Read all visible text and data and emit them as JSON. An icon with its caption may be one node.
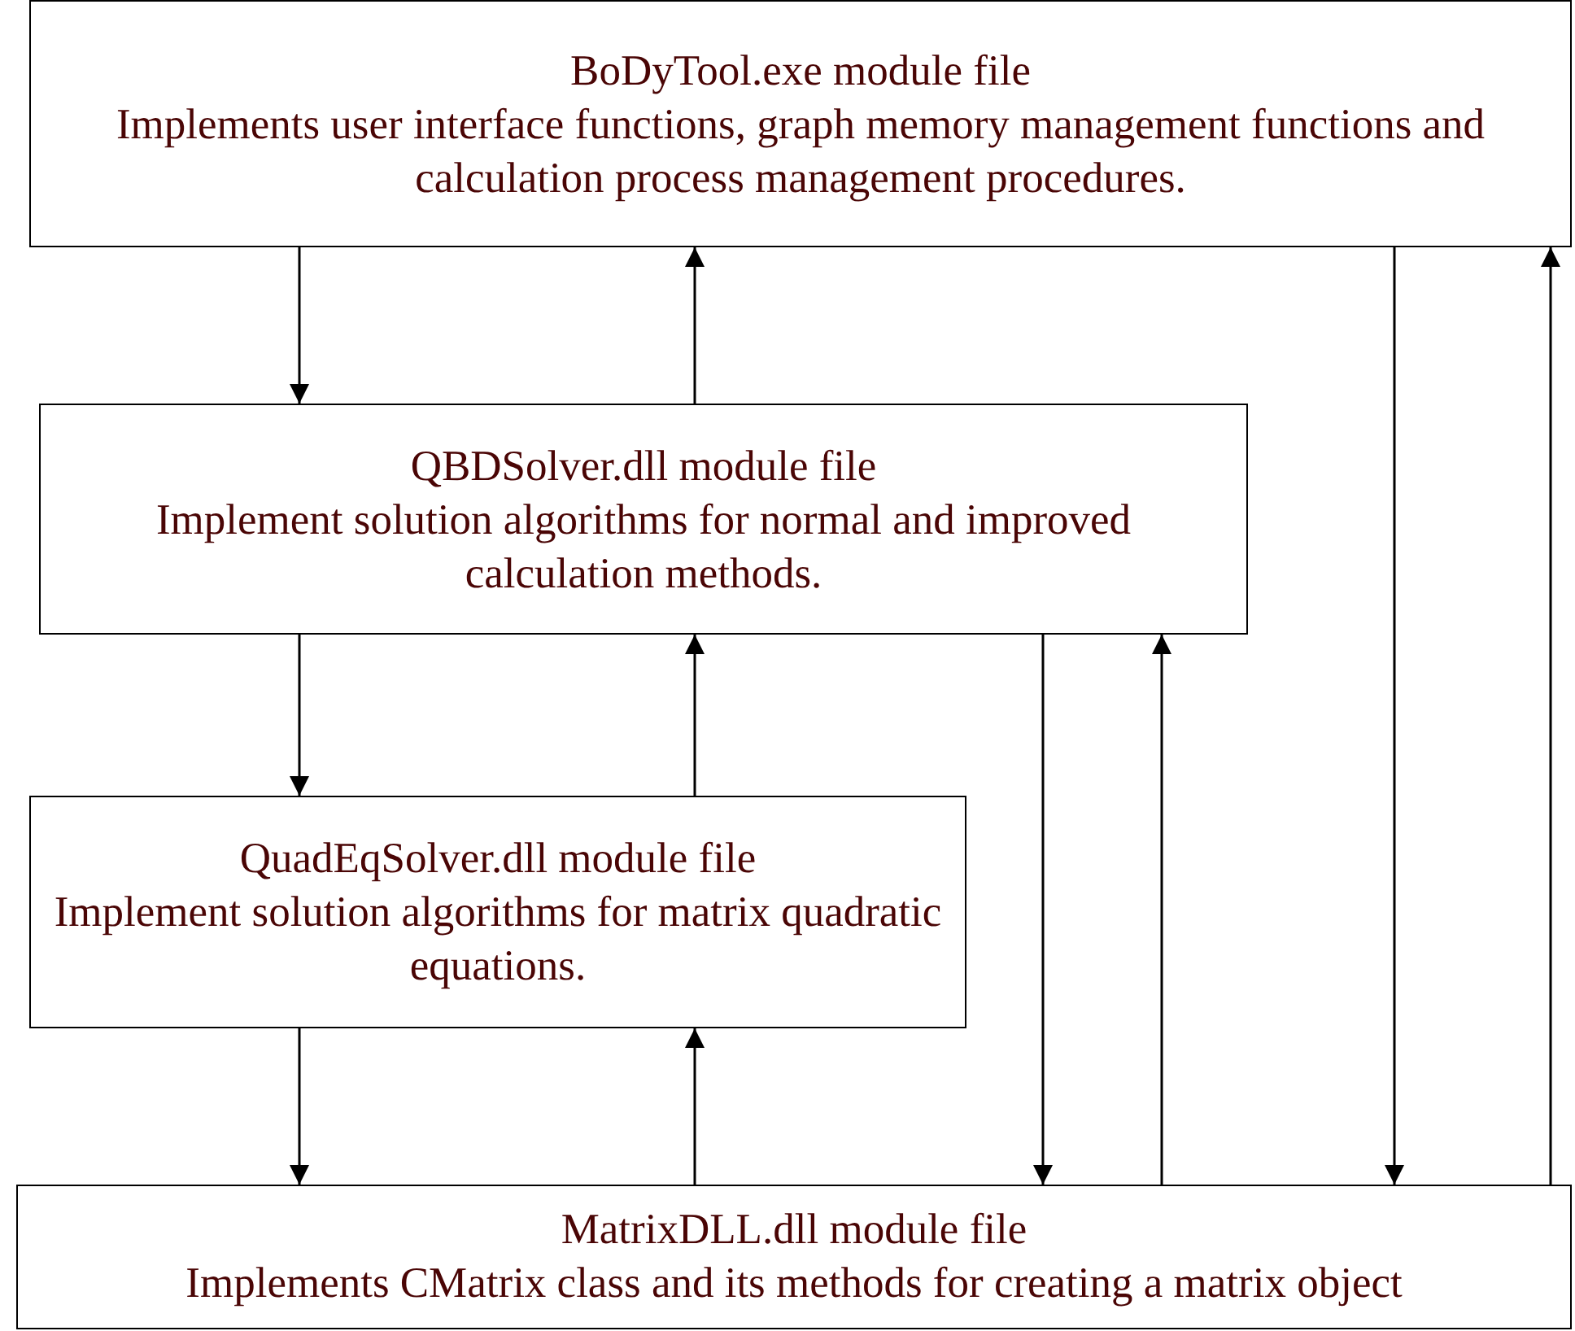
{
  "diagram": {
    "nodes": [
      {
        "text": [
          "BoDyTool.exe module file",
          "Implements user interface functions, graph memory management functions and calculation process management procedures."
        ]
      },
      {
        "text": [
          "QBDSolver.dll module file",
          "Implement solution algorithms for normal and improved calculation methods."
        ]
      },
      {
        "text": [
          "QuadEqSolver.dll module file",
          "Implement solution algorithms for matrix quadratic equations."
        ]
      },
      {
        "text": [
          "MatrixDLL.dll module file",
          "Implements CMatrix class and its methods for creating a matrix object"
        ]
      }
    ],
    "edges": [
      {
        "from": 0,
        "to": 1,
        "arrow": "to"
      },
      {
        "from": 1,
        "to": 0,
        "arrow": "to"
      },
      {
        "from": 1,
        "to": 2,
        "arrow": "to"
      },
      {
        "from": 2,
        "to": 1,
        "arrow": "to"
      },
      {
        "from": 2,
        "to": 3,
        "arrow": "to"
      },
      {
        "from": 3,
        "to": 2,
        "arrow": "to"
      },
      {
        "from": 1,
        "to": 3,
        "arrow": "to"
      },
      {
        "from": 3,
        "to": 1,
        "arrow": "to"
      },
      {
        "from": 0,
        "to": 3,
        "arrow": "to"
      },
      {
        "from": 3,
        "to": 0,
        "arrow": "to"
      }
    ]
  }
}
